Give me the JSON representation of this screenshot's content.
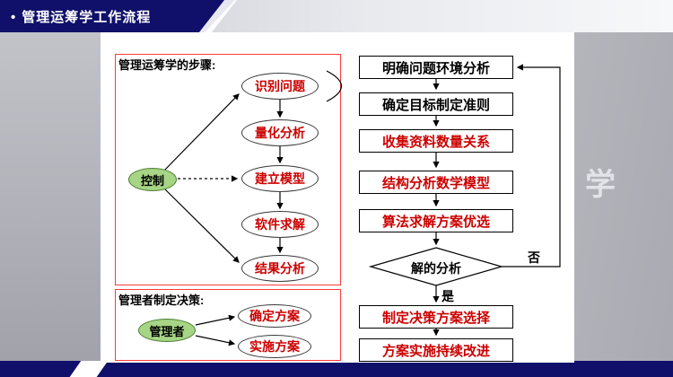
{
  "header": {
    "bullet": "•",
    "title": "管理运筹学工作流程"
  },
  "background": {
    "watermark": "学"
  },
  "left_panel": {
    "steps_box": {
      "label": "管理运筹学的步骤:",
      "control_node": "控制",
      "nodes": [
        "识别问题",
        "量化分析",
        "建立模型",
        "软件求解",
        "结果分析"
      ]
    },
    "decision_box": {
      "label": "管理者制定决策:",
      "manager_node": "管理者",
      "nodes": [
        "确定方案",
        "实施方案"
      ]
    }
  },
  "flowchart": {
    "boxes": [
      {
        "label": "明确问题环境分析",
        "color": "#000000"
      },
      {
        "label": "确定目标制定准则",
        "color": "#000000"
      },
      {
        "label": "收集资料数量关系",
        "color": "#cc0000"
      },
      {
        "label": "结构分析数学模型",
        "color": "#cc0000"
      },
      {
        "label": "算法求解方案优选",
        "color": "#cc0000"
      },
      {
        "label": "制定决策方案选择",
        "color": "#cc0000"
      },
      {
        "label": "方案实施持续改进",
        "color": "#cc0000"
      }
    ],
    "diamond_label": "解的分析",
    "yes_label": "是",
    "no_label": "否"
  },
  "colors": {
    "header_navy": "#10106a",
    "node_red_text": "#cc0000",
    "green_fill": "#a5d585",
    "red_frame": "#ff3b3b"
  }
}
